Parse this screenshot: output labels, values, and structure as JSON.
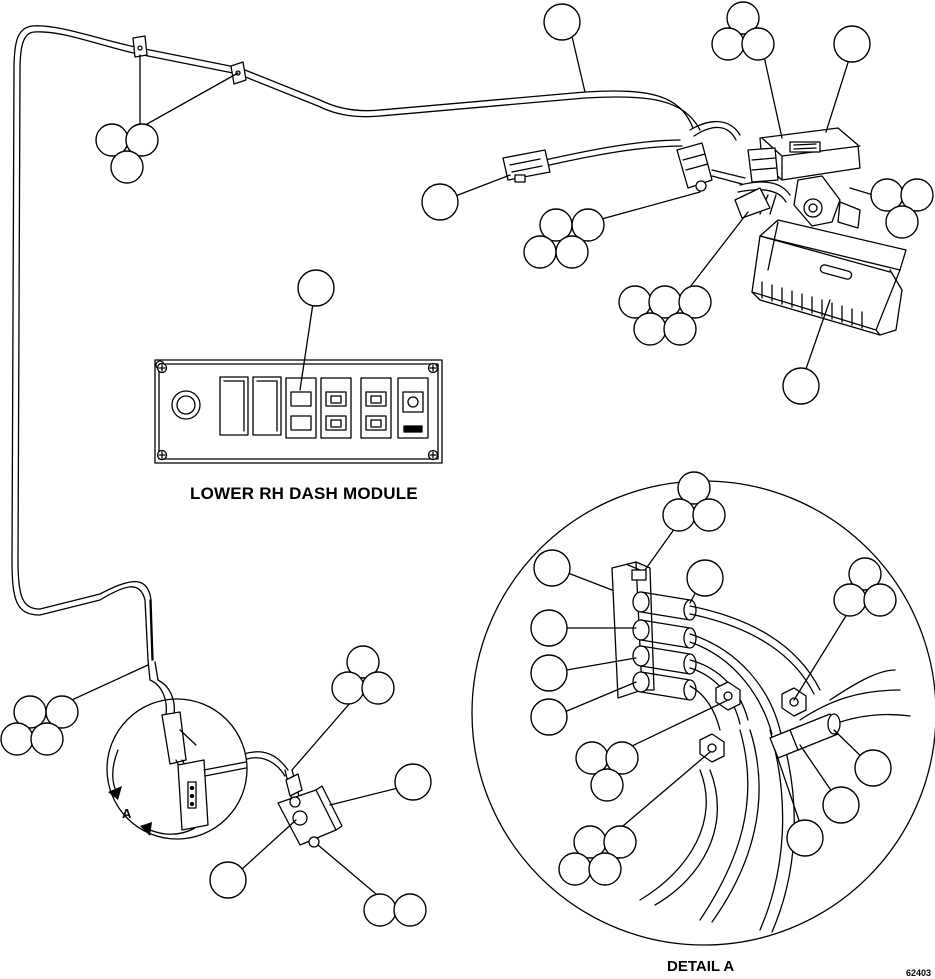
{
  "labels": {
    "module_title": "LOWER RH DASH MODULE",
    "detail_title": "DETAIL A",
    "detail_marker": "A",
    "figure_number": "62403"
  },
  "colors": {
    "line": "#000000",
    "background": "#ffffff",
    "fill": "#ffffff"
  }
}
